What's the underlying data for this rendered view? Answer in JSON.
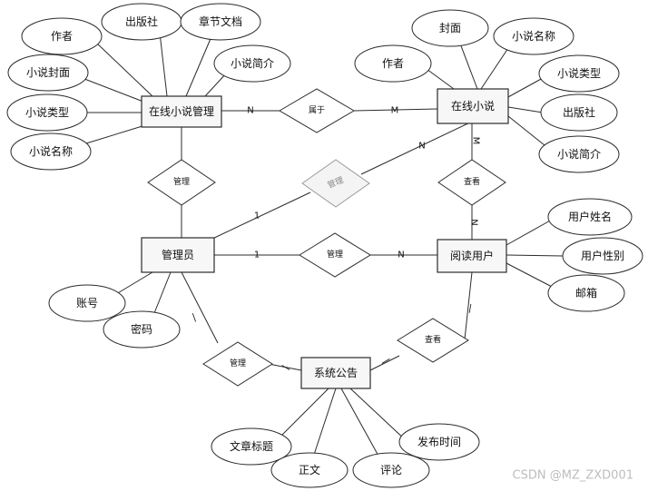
{
  "entities": {
    "novel_manage": "在线小说管理",
    "online_novel": "在线小说",
    "admin": "管理员",
    "reader": "阅读用户",
    "notice": "系统公告"
  },
  "relationships": {
    "belongs": "属于",
    "manage_left": "管理",
    "manage_diag": "管理",
    "view_right": "查看",
    "manage_mid": "管理",
    "manage_bottom": "管理",
    "view_bottom": "查看"
  },
  "attributes": {
    "nm_author": "作者",
    "nm_publisher": "出版社",
    "nm_chapter": "章节文档",
    "nm_cover": "小说封面",
    "nm_intro": "小说简介",
    "nm_type": "小说类型",
    "nm_name": "小说名称",
    "on_cover": "封面",
    "on_name": "小说名称",
    "on_author": "作者",
    "on_type": "小说类型",
    "on_publisher": "出版社",
    "on_intro": "小说简介",
    "rd_name": "用户姓名",
    "rd_gender": "用户性别",
    "rd_email": "邮箱",
    "ad_account": "账号",
    "ad_password": "密码",
    "nt_title": "文章标题",
    "nt_body": "正文",
    "nt_comment": "评论",
    "nt_time": "发布时间"
  },
  "cardinalities": {
    "belongs_left": "N",
    "belongs_right": "M",
    "diag_top": "N",
    "diag_bottom": "1",
    "view_top": "M",
    "view_bottom": "N",
    "mid_left": "1",
    "mid_right": "N",
    "admin_down": "|",
    "notice_left": "|",
    "notice_right": "|",
    "reader_down": "|"
  },
  "watermark": "CSDN @MZ_ZXD001"
}
